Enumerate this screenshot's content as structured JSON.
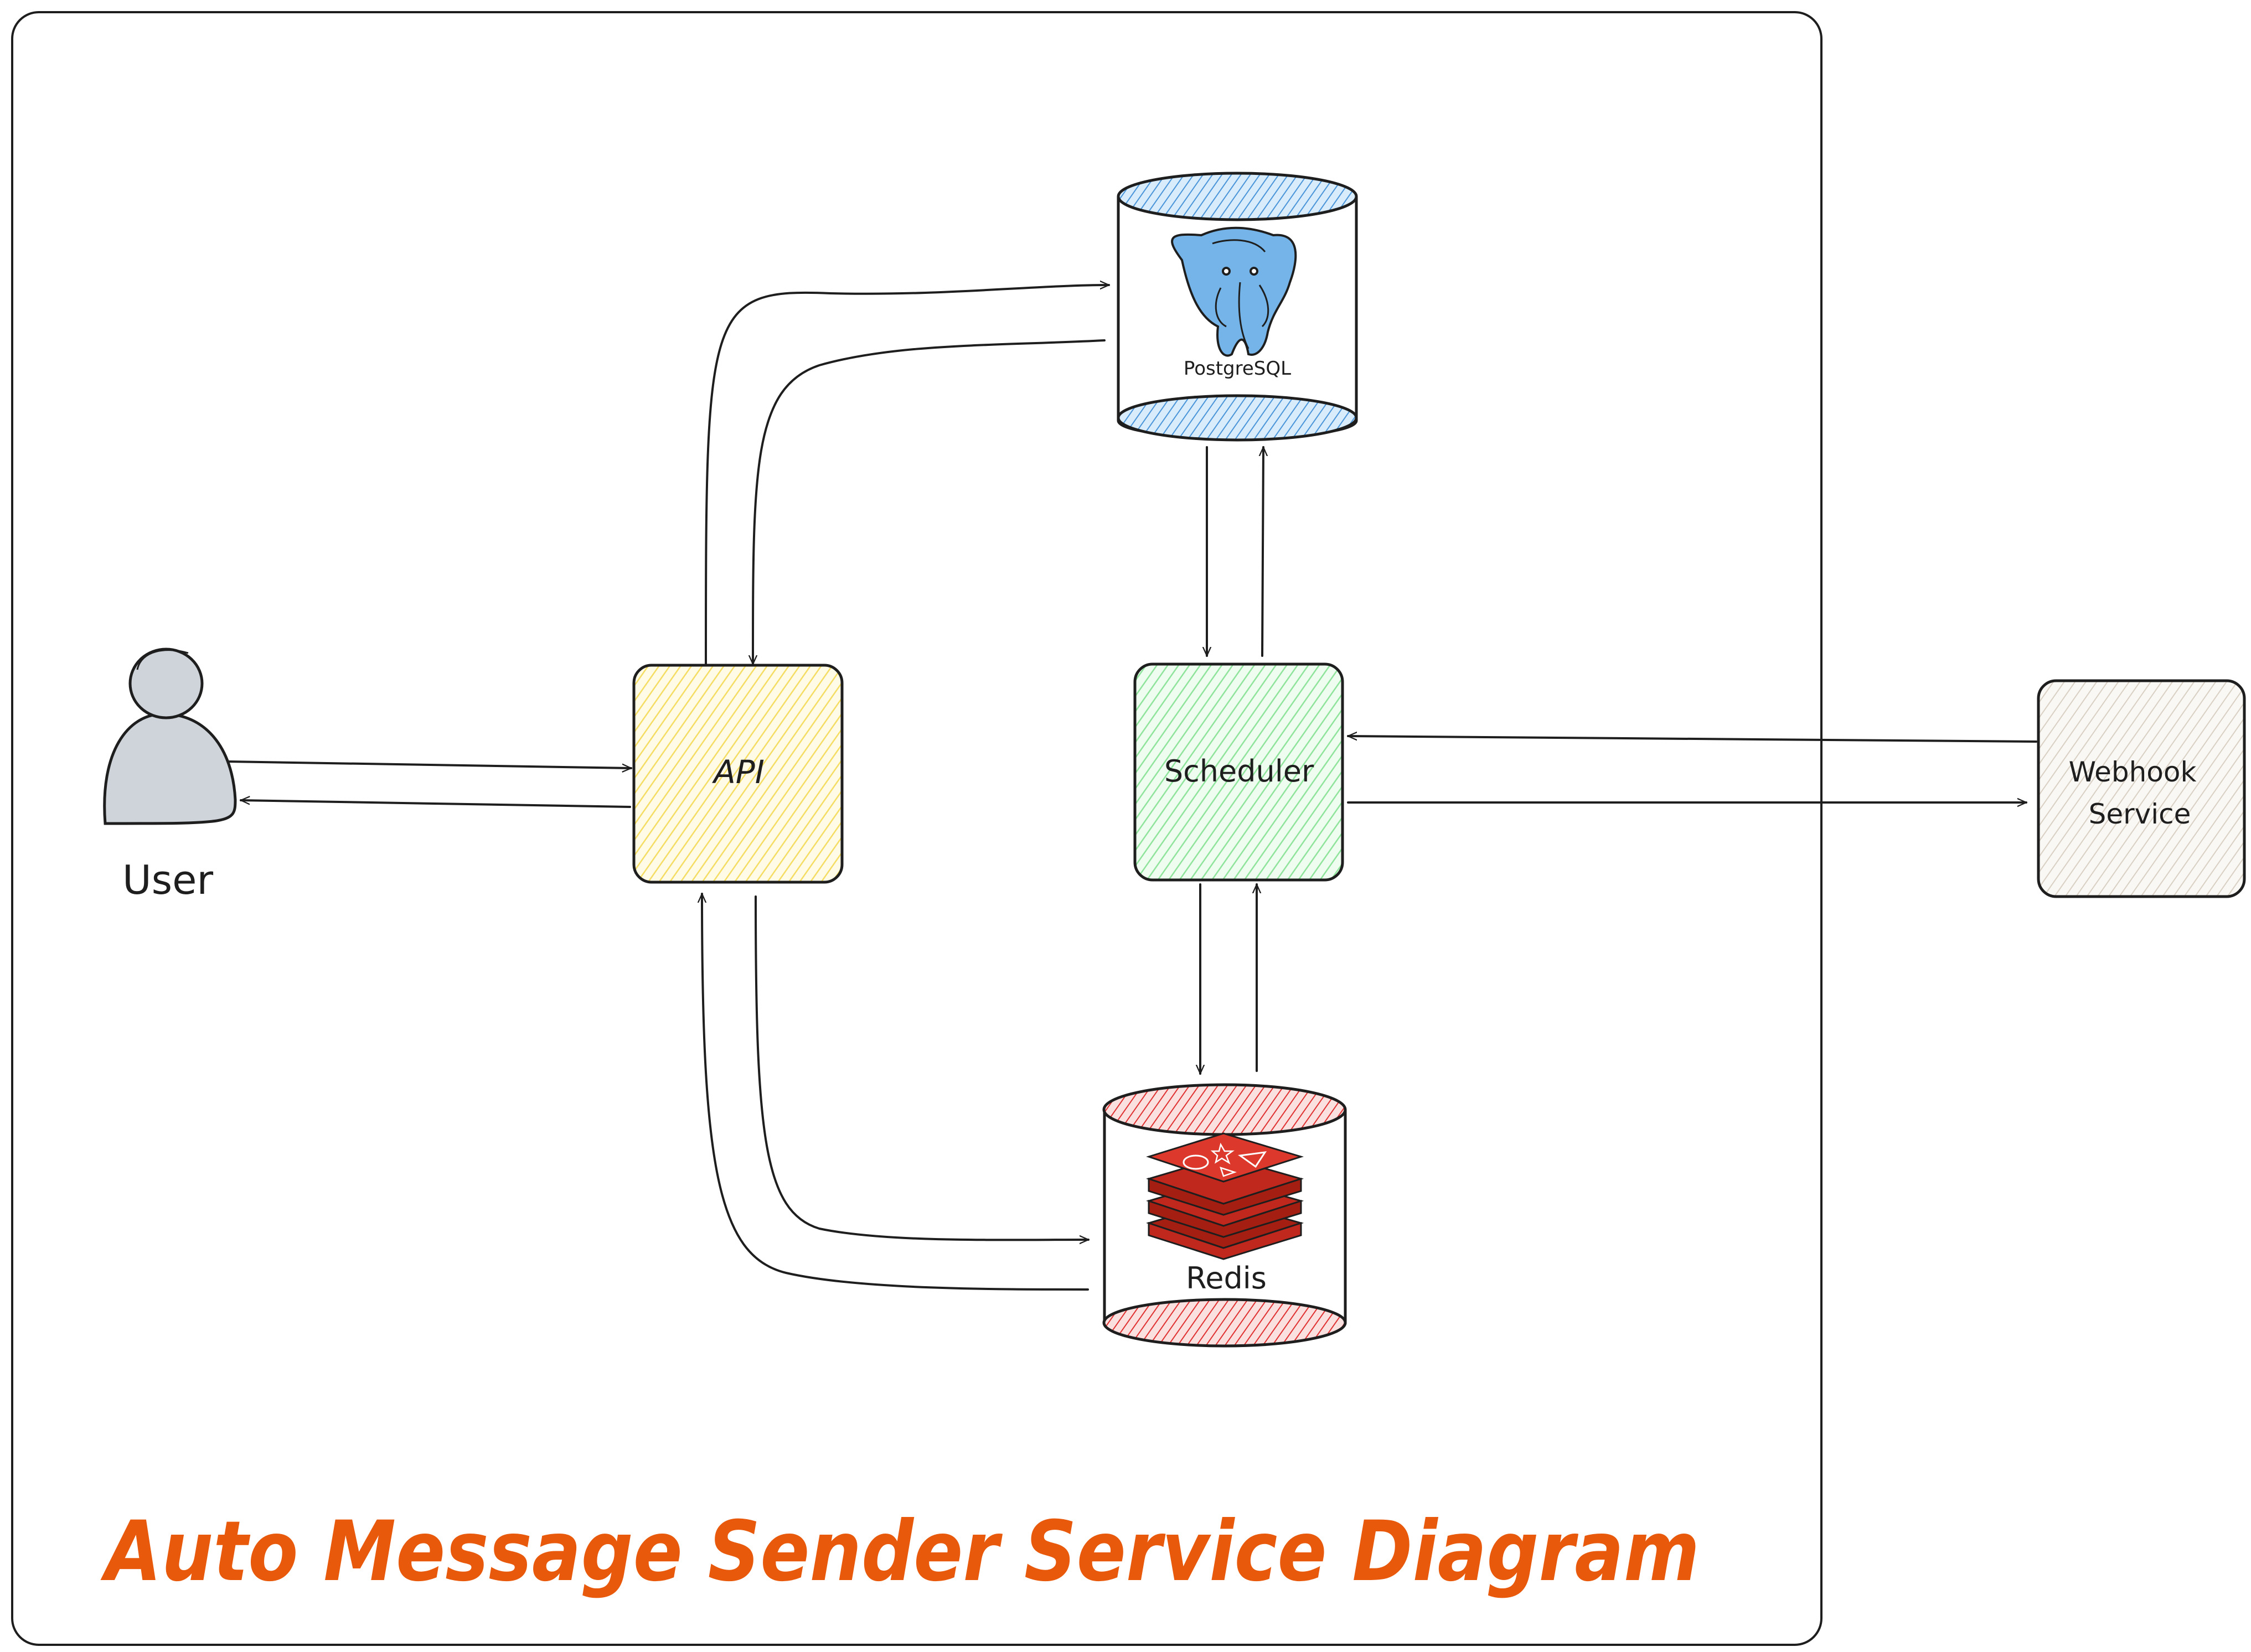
{
  "diagram": {
    "title": "Auto Message Sender Service Diagram",
    "nodes": {
      "user": {
        "label": "User"
      },
      "api": {
        "label": "API"
      },
      "scheduler": {
        "label": "Scheduler"
      },
      "postgres": {
        "label": "PostgreSQL"
      },
      "redis": {
        "label": "Redis"
      },
      "webhook": {
        "label_line1": "Webhook",
        "label_line2": "Service"
      }
    }
  },
  "colors": {
    "title": "#e8590c",
    "stroke": "#1e1e1e",
    "api_fill": "#ffec99",
    "scheduler_fill": "#b2f2bb",
    "webhook_fill": "#e9e4dc",
    "postgres_fill": "#74b4e8",
    "redis_fill": "#e03131",
    "user_fill": "#ced4da"
  }
}
